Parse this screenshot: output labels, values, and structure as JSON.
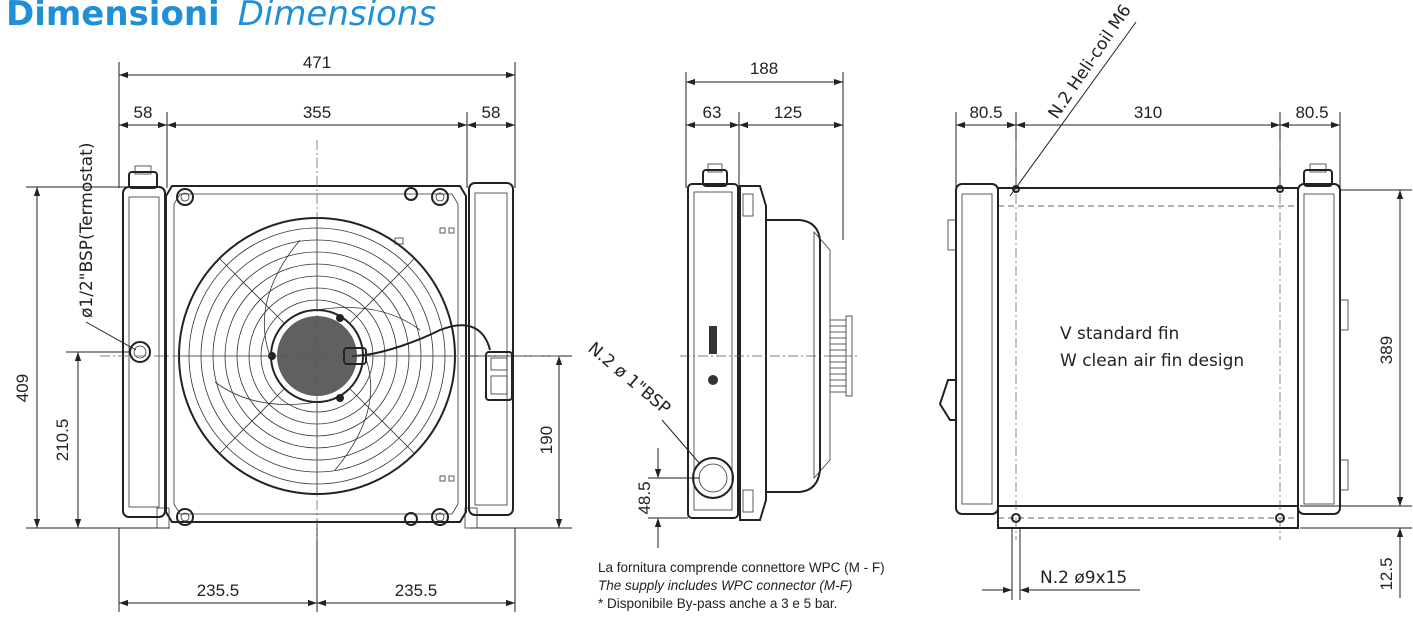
{
  "title": {
    "it": "Dimensioni",
    "en": "Dimensions"
  },
  "front_view": {
    "overall_width": "471",
    "side_left": "58",
    "center": "355",
    "side_right": "58",
    "height": "409",
    "thermostat_height": "210.5",
    "connector_height": "190",
    "bottom_left": "235.5",
    "bottom_right": "235.5",
    "thermostat_label": "ø1/2\"BSP(Termostat)"
  },
  "side_view": {
    "overall_depth": "188",
    "depth_core": "63",
    "depth_fan": "125",
    "port_height": "48.5",
    "port_label": "N.2 ø 1\"BSP"
  },
  "rear_view": {
    "margin_left": "80.5",
    "hole_spacing": "310",
    "margin_right": "80.5",
    "height": "389",
    "bottom_offset": "12.5",
    "heli_coil_label": "N.2 Heli-coil M6",
    "mount_label": "N.2 ø9x15",
    "fin_standard": "V standard fin",
    "fin_clean": "W clean air fin design"
  },
  "notes": [
    "La fornitura comprende connettore WPC (M - F)",
    "The supply includes WPC connector (M-F)",
    "* Disponibile By-pass anche a 3 e 5 bar."
  ]
}
